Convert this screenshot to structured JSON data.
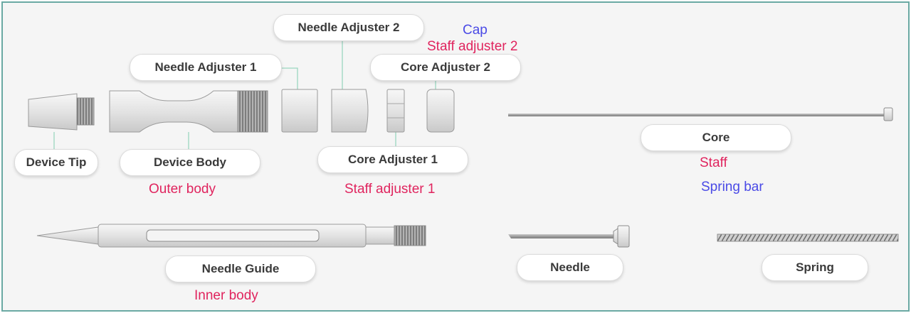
{
  "colors": {
    "accent_red": "#e0245e",
    "accent_blue": "#4a4ae6",
    "border": "#6aa9a3",
    "part_fill": "#e4e4e4",
    "part_stroke": "#9a9a9a",
    "leader": "#9bd6c0"
  },
  "parts": {
    "device_tip": "Device Tip",
    "device_body": "Device Body",
    "needle_adjuster_1": "Needle Adjuster 1",
    "needle_adjuster_2": "Needle Adjuster 2",
    "core_adjuster_1": "Core Adjuster 1",
    "core_adjuster_2": "Core Adjuster 2",
    "core": "Core",
    "needle_guide": "Needle Guide",
    "needle": "Needle",
    "spring": "Spring"
  },
  "annotations": {
    "outer_body": "Outer body",
    "staff_adjuster_1": "Staff adjuster 1",
    "staff_adjuster_2": "Staff adjuster 2",
    "cap": "Cap",
    "staff": "Staff",
    "spring_bar": "Spring bar",
    "inner_body": "Inner body"
  }
}
